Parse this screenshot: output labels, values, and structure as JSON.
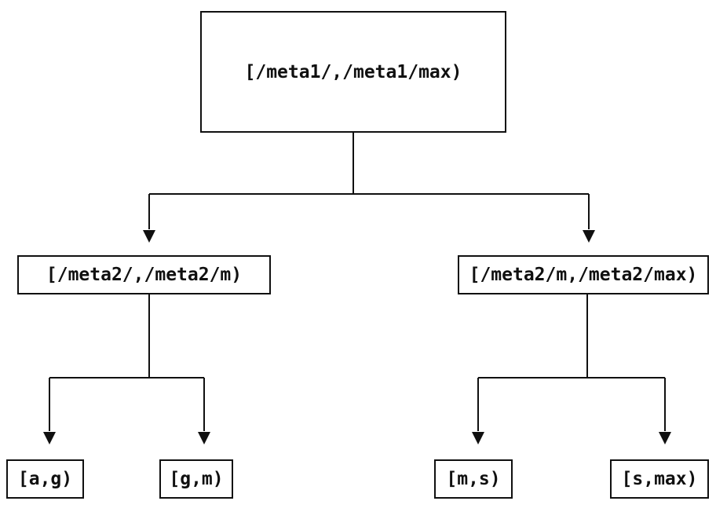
{
  "diagram": {
    "type": "binary-interval-tree",
    "background_color": "#ffffff",
    "line_color": "#101010",
    "text_color": "#101010",
    "nodes": {
      "root": {
        "label": "[/meta1/,/meta1/max)"
      },
      "left": {
        "label": "[/meta2/,/meta2/m)"
      },
      "right": {
        "label": "[/meta2/m,/meta2/max)"
      },
      "leaf_ag": {
        "label": "[a,g)"
      },
      "leaf_gm": {
        "label": "[g,m)"
      },
      "leaf_ms": {
        "label": "[m,s)"
      },
      "leaf_smax": {
        "label": "[s,max)"
      }
    },
    "edges": [
      {
        "from": "root",
        "to": "left"
      },
      {
        "from": "root",
        "to": "right"
      },
      {
        "from": "left",
        "to": "leaf_ag"
      },
      {
        "from": "left",
        "to": "leaf_gm"
      },
      {
        "from": "right",
        "to": "leaf_ms"
      },
      {
        "from": "right",
        "to": "leaf_smax"
      }
    ]
  }
}
